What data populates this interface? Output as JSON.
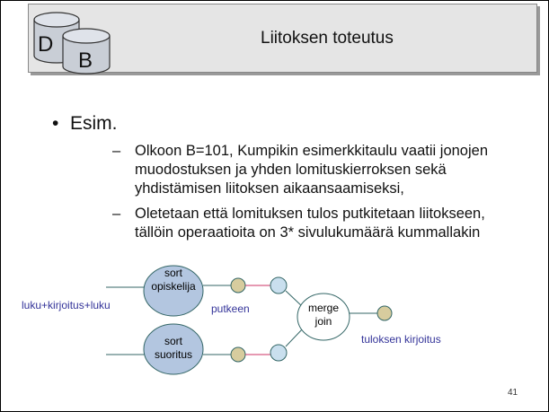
{
  "slide": {
    "title": "Liitoksen toteutus",
    "logo_letters": [
      "D",
      "B"
    ],
    "page_number": "41"
  },
  "content": {
    "bullet_symbol": "•",
    "dash_symbol": "–",
    "main_bullet": "Esim.",
    "sub_bullets": [
      {
        "lines": [
          "Olkoon B=101, Kumpikin esimerkkitaulu vaatii jonojen",
          "muodostuksen ja yhden lomituskierroksen sekä",
          "yhdistämisen liitoksen aikaansaamiseksi,"
        ]
      },
      {
        "lines": [
          "Oletetaan että lomituksen tulos putkitetaan liitokseen,",
          "tällöin operaatioita on 3* sivulukumäärä kummallakin"
        ]
      }
    ]
  },
  "diagram": {
    "nodes": {
      "sort_top": [
        "sort",
        "opiskelija"
      ],
      "sort_bottom": [
        "sort",
        "suoritus"
      ],
      "merge": [
        "merge",
        "join"
      ]
    },
    "labels": {
      "left": "luku+kirjoitus+luku",
      "middle": "putkeen",
      "right": "tuloksen kirjoitus"
    },
    "colors": {
      "sort_fill": "#b3c6e0",
      "merge_fill": "#ffffff",
      "buffer_fill": "#d7cc9e",
      "pipe_fill": "#c9dfee",
      "pipe_line": "#cc3366",
      "edge_line": "#336666",
      "label_text": "#333399"
    }
  }
}
